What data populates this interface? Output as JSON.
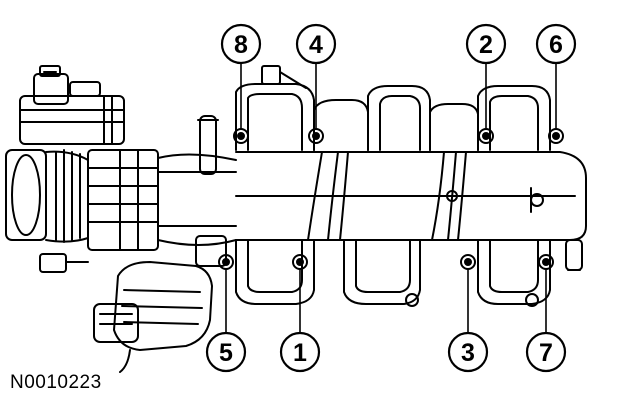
{
  "figure": {
    "id_label": "N0010223"
  },
  "callouts": [
    {
      "label": "8"
    },
    {
      "label": "4"
    },
    {
      "label": "2"
    },
    {
      "label": "6"
    },
    {
      "label": "5"
    },
    {
      "label": "1"
    },
    {
      "label": "3"
    },
    {
      "label": "7"
    }
  ],
  "colors": {
    "line": "#000000",
    "background": "#ffffff"
  }
}
